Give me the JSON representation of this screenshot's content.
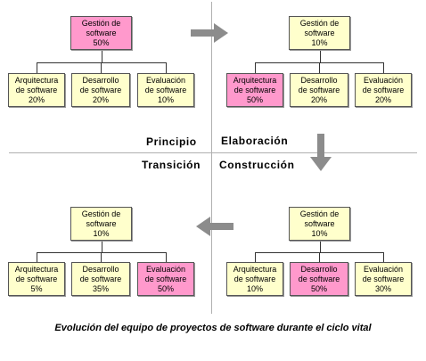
{
  "quadrants": [
    {
      "id": "principio",
      "root": {
        "lines": [
          "Gestión de",
          "software",
          "50%"
        ],
        "highlight": true
      },
      "children": [
        {
          "lines": [
            "Arquitectura",
            "de software",
            "20%"
          ],
          "highlight": false
        },
        {
          "lines": [
            "Desarrollo",
            "de software",
            "20%"
          ],
          "highlight": false
        },
        {
          "lines": [
            "Evaluación",
            "de software",
            "10%"
          ],
          "highlight": false
        }
      ]
    },
    {
      "id": "elaboracion",
      "root": {
        "lines": [
          "Gestión de",
          "software",
          "10%"
        ],
        "highlight": false
      },
      "children": [
        {
          "lines": [
            "Arquitectura",
            "de software",
            "50%"
          ],
          "highlight": true
        },
        {
          "lines": [
            "Desarrollo",
            "de software",
            "20%"
          ],
          "highlight": false
        },
        {
          "lines": [
            "Evaluación",
            "de software",
            "20%"
          ],
          "highlight": false
        }
      ]
    },
    {
      "id": "transicion",
      "root": {
        "lines": [
          "Gestión de",
          "software",
          "10%"
        ],
        "highlight": false
      },
      "children": [
        {
          "lines": [
            "Arquitectura",
            "de software",
            "5%"
          ],
          "highlight": false
        },
        {
          "lines": [
            "Desarrollo",
            "de software",
            "35%"
          ],
          "highlight": false
        },
        {
          "lines": [
            "Evaluación",
            "de software",
            "50%"
          ],
          "highlight": true
        }
      ]
    },
    {
      "id": "construccion",
      "root": {
        "lines": [
          "Gestión de",
          "software",
          "10%"
        ],
        "highlight": false
      },
      "children": [
        {
          "lines": [
            "Arquitectura",
            "de software",
            "10%"
          ],
          "highlight": false
        },
        {
          "lines": [
            "Desarrollo",
            "de software",
            "50%"
          ],
          "highlight": true
        },
        {
          "lines": [
            "Evaluación",
            "de software",
            "30%"
          ],
          "highlight": false
        }
      ]
    }
  ],
  "phases": {
    "principio": "Principio",
    "elaboracion": "Elaboración",
    "transicion": "Transición",
    "construccion": "Construcción"
  },
  "colors": {
    "highlight": "#ff99cc",
    "normal": "#ffffcc",
    "arrow": "#8c8c8c"
  },
  "caption": "Evolución del equipo de proyectos de software durante el ciclo vital"
}
